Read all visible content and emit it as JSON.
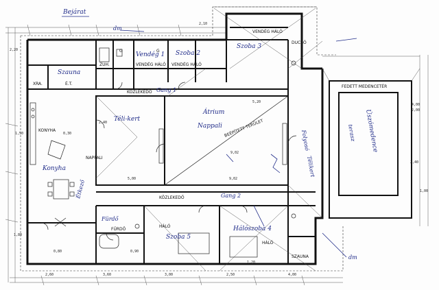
{
  "room_labels": {
    "vendeg_halo_top_right": "VENDÉG HÁLÓ",
    "vendeg_halo_mid_left": "VENDÉG HÁLÓ",
    "vendeg_halo_mid_right": "VENDÉG HÁLÓ",
    "ducso": "DUCSÓ",
    "zuh": "ZUH.",
    "g1": "G",
    "g2": "G",
    "kozlekedo_top": "KÖZLEKEDŐ",
    "kozlekedo_bottom": "KÖZLEKEDŐ",
    "xra": "XRA.",
    "et": "É.T.",
    "konyha": "KONYHA",
    "nappali": "NAPPALI",
    "beepitett_terulet": "BEÉPÍTETT TERÜLET",
    "furdo": "FÜRDŐ",
    "halo_bottom": "HÁLÓ",
    "halo_right": "HÁLÓ",
    "szauna": "SZAUNA",
    "fedett_medence": "FEDETT MEDENCETÉR"
  },
  "handwritten": {
    "bejarat": "Bejárat",
    "vendeg1": "Vendég 1",
    "szoba2": "Szoba 2",
    "szoba3": "Szoba 3",
    "szauna_top": "Szauna",
    "gang1": "Gang 1",
    "telikert": "Téli-kert",
    "nappali": "Nappali",
    "atrium": "Átrium",
    "konyha": "Konyha",
    "etkezo": "Étkező",
    "folyoso": "Folyosó",
    "gang2": "Gang 2",
    "szoba5": "Szoba 5",
    "halo4": "Hálószoba 4",
    "furdo": "Fürdő",
    "medence": "Úszómedence",
    "medence2": "terasz",
    "hosszufal": "Télikert",
    "dm1": "dm",
    "dm2": "dm"
  },
  "dimensions": {
    "d_902a": "9,02",
    "d_902b": "9,02",
    "d_500": "5,00",
    "d_520": "5,20",
    "d_400": "4,00",
    "d_200": "2,00",
    "d_240a": "2,40",
    "d_240b": "2,40",
    "d_150": "1,50",
    "d_030": "0,30",
    "d_080": "0,80",
    "d_090": "0,90",
    "d_120": "1,20",
    "d_180": "1,80",
    "d_100": "1,00",
    "d_220": "2,20",
    "d_260": "2,60",
    "d_360": "3,60",
    "d_300": "3,00",
    "d_250": "2,50",
    "d_400b": "4,00",
    "d_210": "2,10"
  }
}
